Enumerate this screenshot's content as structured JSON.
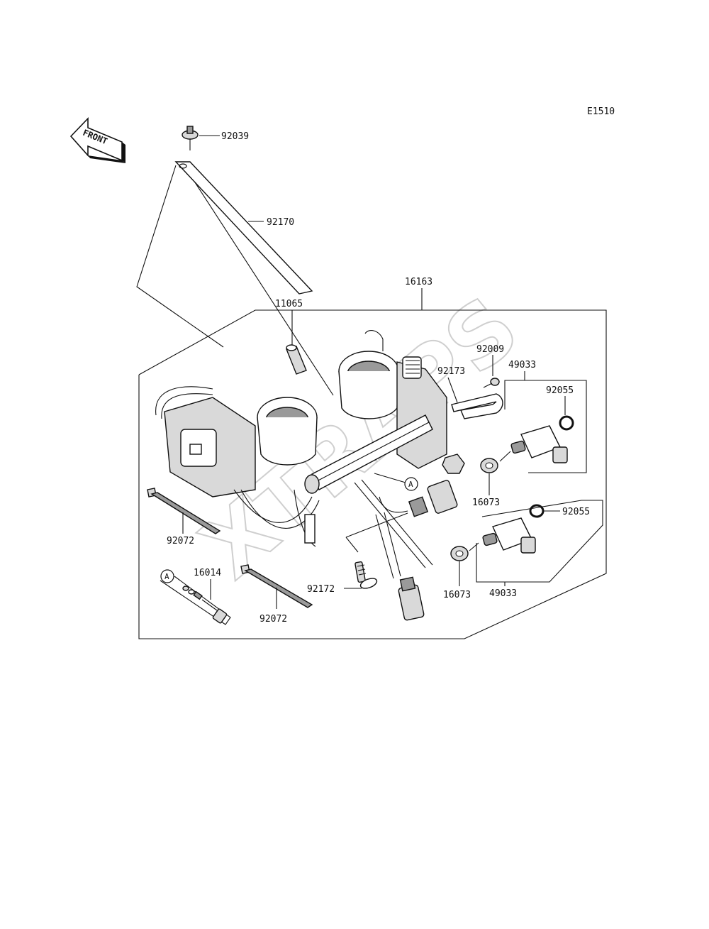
{
  "diagram_code": "E1510",
  "front_label": "FRONT",
  "watermark": "XTRAPS",
  "ref_label_a": "A",
  "parts": {
    "p92039": "92039",
    "p92170": "92170",
    "p16163": "16163",
    "p11065": "11065",
    "p92009": "92009",
    "p92173": "92173",
    "p49033_top": "49033",
    "p92055_top": "92055",
    "p16073_top": "16073",
    "p92055_bot": "92055",
    "p16073_bot": "16073",
    "p49033_bot": "49033",
    "p92072_left": "92072",
    "p16014": "16014",
    "p92072_mid": "92072",
    "p92172": "92172"
  }
}
